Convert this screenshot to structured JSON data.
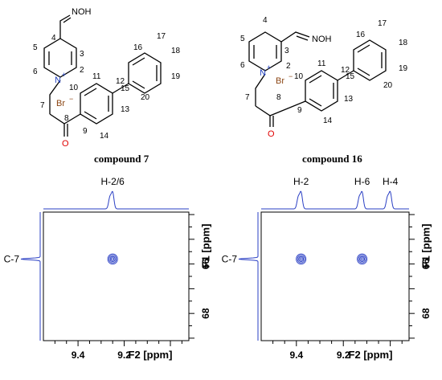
{
  "structures": [
    {
      "caption": "compound 7",
      "group": "NOH",
      "nitrogen": "N",
      "charge": "+",
      "counterion": "Br",
      "anion": "−",
      "oxygen": "O",
      "numbers": [
        "4",
        "5",
        "3",
        "6",
        "2",
        "7",
        "8",
        "9",
        "10",
        "11",
        "12",
        "13",
        "14",
        "15",
        "16",
        "17",
        "18",
        "19",
        "20"
      ]
    },
    {
      "caption": "compound 16",
      "group": "NOH",
      "nitrogen": "N",
      "charge": "+",
      "counterion": "Br",
      "anion": "−",
      "oxygen": "O",
      "numbers": [
        "4",
        "5",
        "3",
        "6",
        "2",
        "7",
        "8",
        "9",
        "10",
        "11",
        "12",
        "13",
        "14",
        "15",
        "16",
        "17",
        "18",
        "19",
        "20"
      ]
    }
  ],
  "spectra": [
    {
      "peak_labels": [
        "H-2/6"
      ],
      "cross_label": "C-7",
      "x_ticks": [
        "9.4",
        "9.2"
      ],
      "x_label": "F2 [ppm]",
      "y_ticks": [
        "66",
        "68"
      ],
      "y_label": "F1 [ppm]"
    },
    {
      "peak_labels": [
        "H-2",
        "H-6",
        "H-4"
      ],
      "cross_label": "C-7",
      "x_ticks": [
        "9.4",
        "9.2"
      ],
      "x_label": "F2 [ppm]",
      "y_ticks": [
        "66",
        "68"
      ],
      "y_label": "F1 [ppm]"
    }
  ],
  "chart_data": [
    {
      "type": "heatmap",
      "title": "",
      "xlabel": "F2 [ppm]",
      "ylabel": "F1 [ppm]",
      "x_ticks": [
        9.4,
        9.2
      ],
      "y_ticks": [
        66,
        68
      ],
      "xlim": [
        9.55,
        8.92
      ],
      "ylim": [
        63.9,
        69.1
      ],
      "x_reversed": true,
      "projection_peaks_x": [
        {
          "label": "H-2/6",
          "ppm": 9.25
        }
      ],
      "projection_peaks_y": [
        {
          "label": "C-7",
          "ppm": 65.8
        }
      ],
      "cross_peaks": [
        {
          "x": 9.25,
          "y": 65.8
        }
      ]
    },
    {
      "type": "heatmap",
      "title": "",
      "xlabel": "F2 [ppm]",
      "ylabel": "F1 [ppm]",
      "x_ticks": [
        9.4,
        9.2
      ],
      "y_ticks": [
        66,
        68
      ],
      "xlim": [
        9.55,
        8.92
      ],
      "ylim": [
        63.9,
        69.1
      ],
      "x_reversed": true,
      "projection_peaks_x": [
        {
          "label": "H-2",
          "ppm": 9.38
        },
        {
          "label": "H-6",
          "ppm": 9.12
        },
        {
          "label": "H-4",
          "ppm": 9.0
        }
      ],
      "projection_peaks_y": [
        {
          "label": "C-7",
          "ppm": 65.8
        }
      ],
      "cross_peaks": [
        {
          "x": 9.38,
          "y": 65.8
        },
        {
          "x": 9.12,
          "y": 65.8
        }
      ]
    }
  ]
}
